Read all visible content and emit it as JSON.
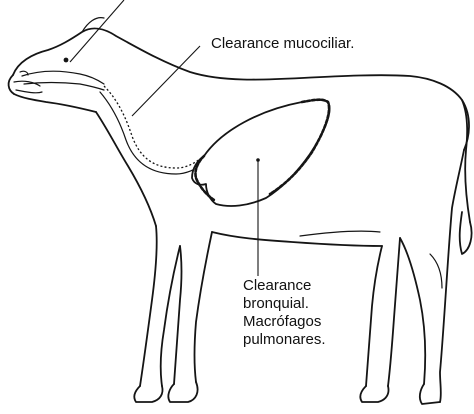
{
  "labels": {
    "mucociliar": "Clearance mucociliar.",
    "bronquial": [
      "Clearance",
      "bronquial.",
      "Macrófagos",
      "pulmonares."
    ]
  },
  "colors": {
    "ink": "#151515",
    "background": "#ffffff"
  }
}
